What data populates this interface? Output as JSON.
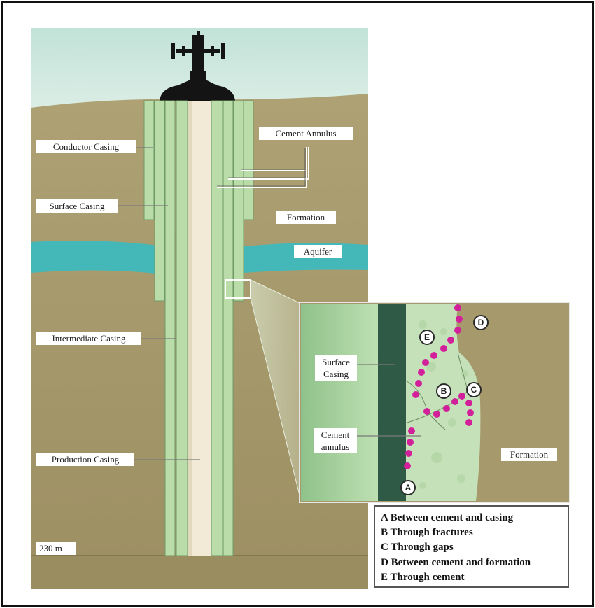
{
  "labels": {
    "conductor_casing": "Conductor Casing",
    "surface_casing": "Surface Casing",
    "intermediate_casing": "Intermediate Casing",
    "production_casing": "Production Casing",
    "cement_annulus": "Cement Annulus",
    "formation": "Formation",
    "aquifer": "Aquifer",
    "depth": "230 m"
  },
  "inset": {
    "surface_casing_line1": "Surface",
    "surface_casing_line2": "Casing",
    "cement_annulus_line1": "Cement",
    "cement_annulus_line2": "annulus",
    "formation": "Formation",
    "pins": [
      "A",
      "B",
      "C",
      "D",
      "E"
    ]
  },
  "legend": [
    "A Between cement and casing",
    "B Through fractures",
    "C Through gaps",
    "D Between cement and formation",
    "E Through cement"
  ],
  "colors": {
    "sky": "#cfe6dc",
    "ground": "#a69a6c",
    "aquifer": "#4fbfbf",
    "casing": "#b9dca8",
    "casing_dark": "#2f5a45",
    "cement": "#c4e1b9",
    "leak_dots": "#d2209a"
  }
}
